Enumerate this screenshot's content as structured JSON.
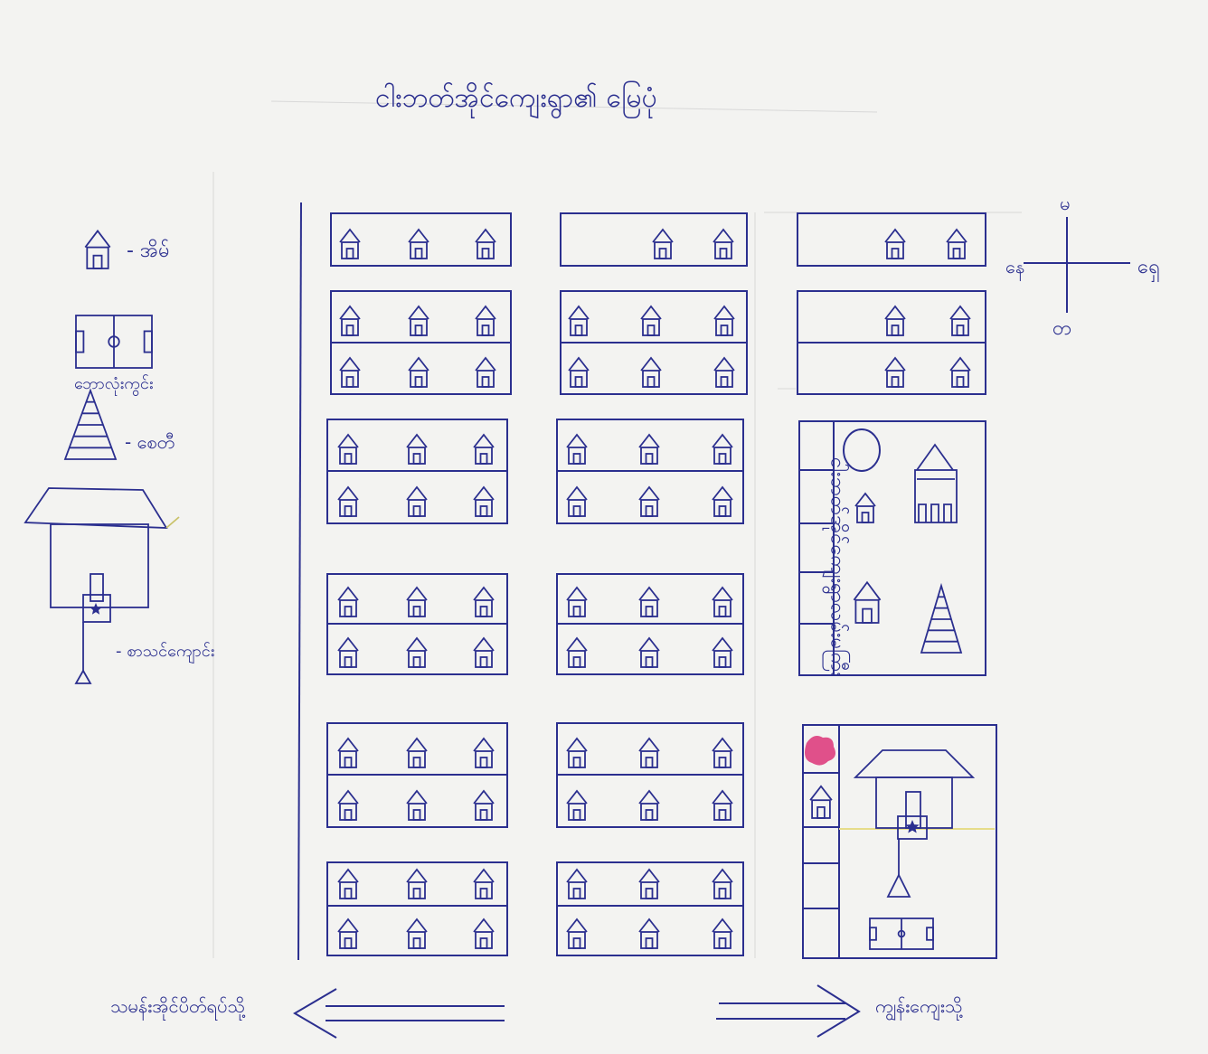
{
  "title": "ငါးဘတ်အိုင်ကျေးရွာ၏ မြေပုံ",
  "legend": {
    "house": "- အိမ်",
    "field": "ဘောလုံးကွင်း",
    "pagoda": "- စေတီ",
    "school": "- စာသင်ကျောင်း"
  },
  "compass": {
    "north": "မ",
    "west": "နေ",
    "east": "ရှေ",
    "south": "တ"
  },
  "road_label": "ငါးဘတ်အိုင်ကျေးရွာလမ်းမကြီး",
  "arrows": {
    "left": "သမန်းအိုင်ပိတ်ရပ်သို့",
    "right": "ကျွန်းကျေးသို့"
  },
  "colors": {
    "ink": "#2b2f8f",
    "paper": "#f3f3f1",
    "marker": "#e0508a"
  },
  "icons": [
    "house-icon",
    "football-field-icon",
    "pagoda-icon",
    "school-icon",
    "star-icon",
    "compass-icon",
    "arrow-left-icon",
    "arrow-right-icon",
    "pond-icon"
  ]
}
